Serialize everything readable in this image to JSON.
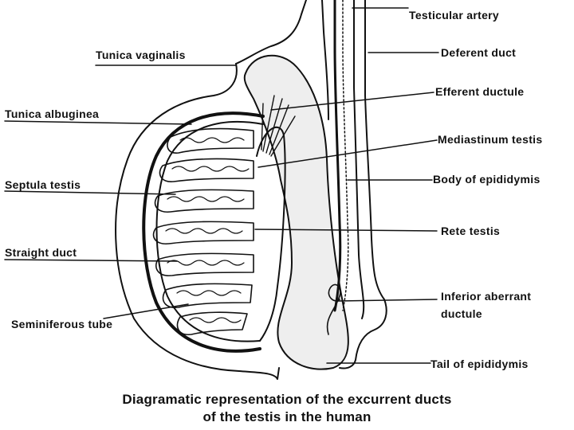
{
  "labels": {
    "testicular_artery": "Testicular artery",
    "tunica_vaginalis": "Tunica vaginalis",
    "deferent_duct": "Deferent duct",
    "efferent_ductule": "Efferent ductule",
    "tunica_albuginea": "Tunica albuginea",
    "mediastinum_testis": "Mediastinum testis",
    "septula_testis": "Septula testis",
    "body_of_epididymis": "Body of epididymis",
    "rete_testis": "Rete testis",
    "straight_duct": "Straight duct",
    "inferior_aberrant_line1": "Inferior aberrant",
    "inferior_aberrant_line2": "ductule",
    "seminiferous_tube": "Seminiferous tube",
    "tail_of_epididymis": "Tail of epididymis"
  },
  "caption": {
    "line1": "Diagramatic representation of the excurrent ducts",
    "line2": "of the testis in the human"
  },
  "colors": {
    "ink": "#111111",
    "paper": "#ffffff",
    "epididymis_fill": "#eeeeee"
  }
}
